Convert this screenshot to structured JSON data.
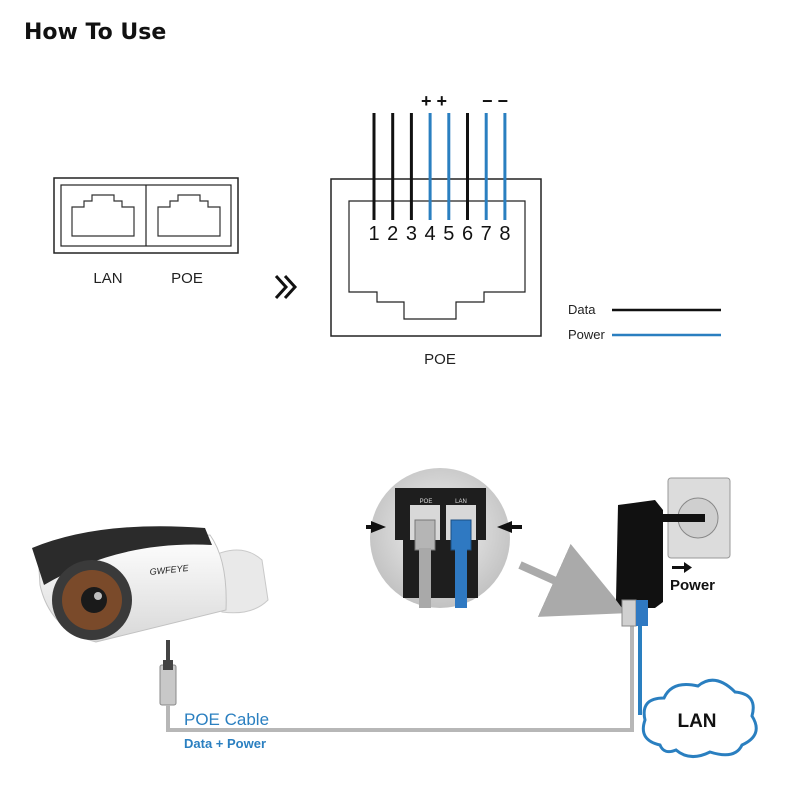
{
  "title": "How To Use",
  "injector_ports": {
    "lan_label": "LAN",
    "poe_label": "POE"
  },
  "connector": {
    "label": "POE",
    "pins": [
      "1",
      "2",
      "3",
      "4",
      "5",
      "6",
      "7",
      "8"
    ],
    "plus_signs": "+ +",
    "minus_signs": "− −"
  },
  "legend": {
    "data_label": "Data",
    "power_label": "Power"
  },
  "camera": {
    "brand": "GWFEYE"
  },
  "zoom_ports": {
    "poe": "POE",
    "lan": "LAN"
  },
  "adapter": {
    "power_label": "Power"
  },
  "cable": {
    "name": "POE Cable",
    "desc": "Data + Power"
  },
  "cloud": {
    "label": "LAN"
  },
  "colors": {
    "data": "#111111",
    "power": "#2a7fc0",
    "accent_text": "#2a7fc0",
    "cable_gray": "#b7b7b7"
  }
}
